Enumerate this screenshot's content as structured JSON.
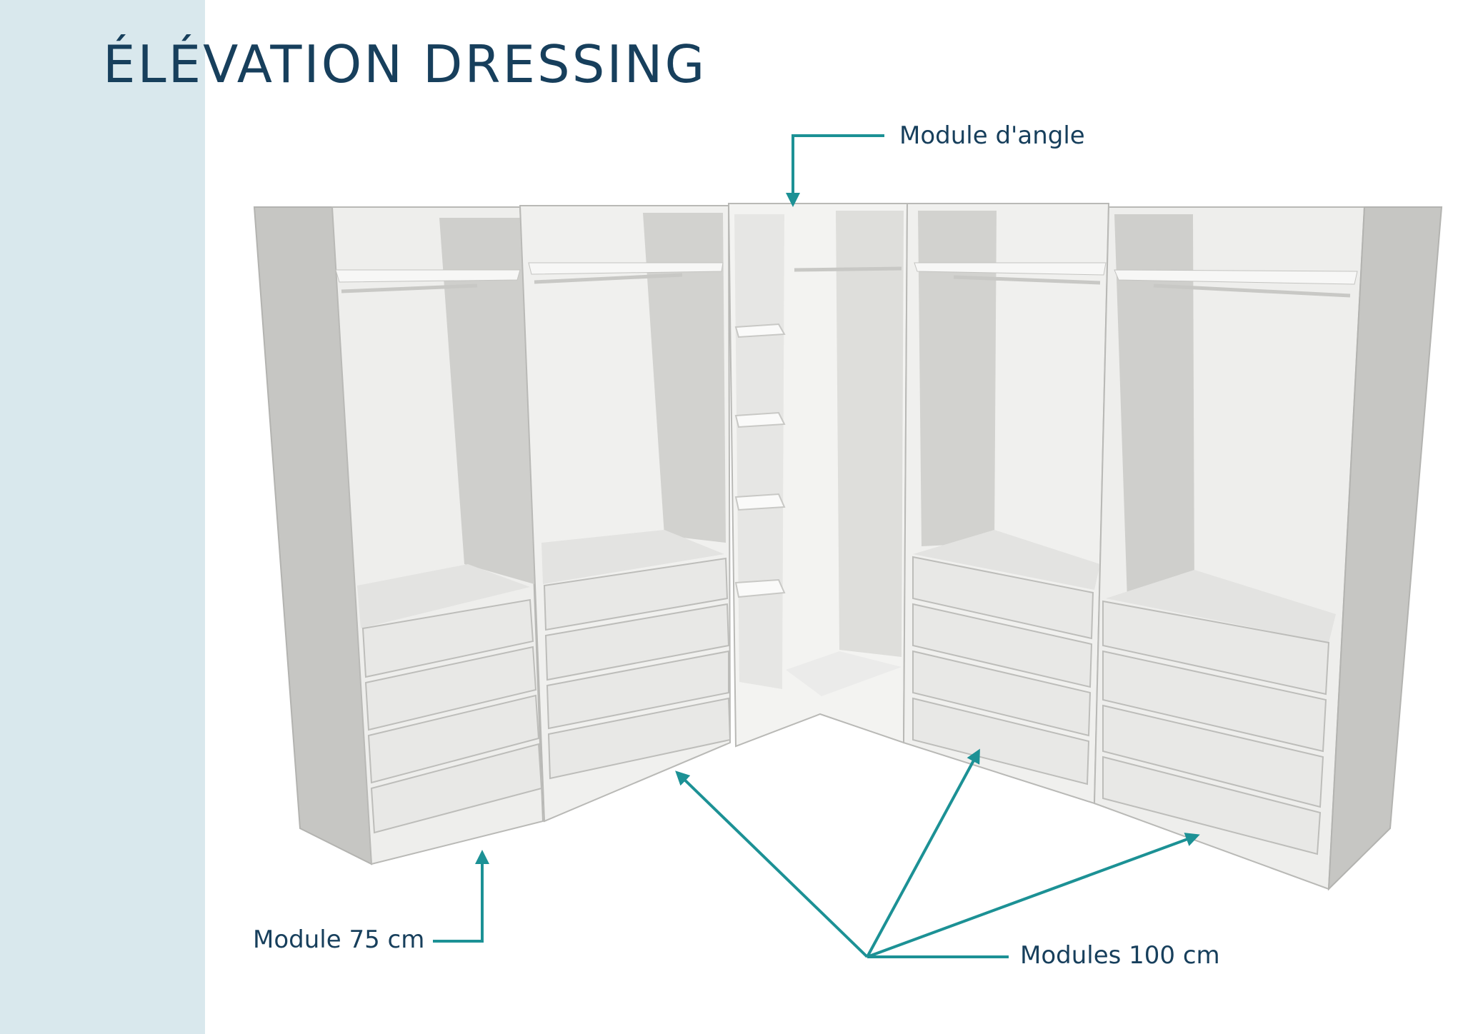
{
  "title": "ÉLÉVATION DRESSING",
  "callouts": {
    "corner": "Module d'angle",
    "module75": "Module 75 cm",
    "modules100": "Modules 100 cm"
  },
  "colors": {
    "band": "#d9e8ed",
    "title": "#173f5c",
    "arrow": "#1c9195",
    "panel": "#f1f1ef",
    "panel_dark": "#c9c9c6",
    "edge": "#b9b9b6"
  }
}
